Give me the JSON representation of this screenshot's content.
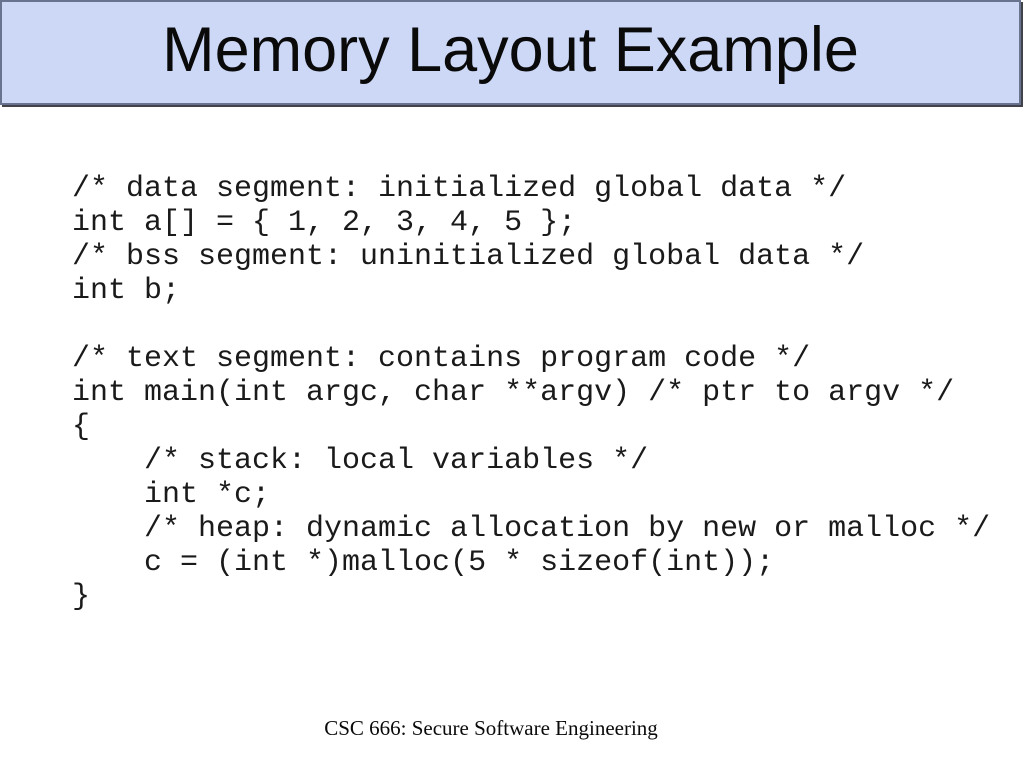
{
  "slide": {
    "title": "Memory Layout Example",
    "footer": "CSC 666: Secure Software Engineering",
    "code_lines": [
      "/* data segment: initialized global data */",
      "int a[] = { 1, 2, 3, 4, 5 };",
      "/* bss segment: uninitialized global data */",
      "int b;",
      "",
      "/* text segment: contains program code */",
      "int main(int argc, char **argv) /* ptr to argv */",
      "{",
      "    /* stack: local variables */",
      "    int *c;",
      "    /* heap: dynamic allocation by new or malloc */",
      "    c = (int *)malloc(5 * sizeof(int));",
      "}"
    ]
  },
  "colors": {
    "background": "#ffffff",
    "title_fill": "#ccd8f6",
    "title_border": "#68748f",
    "title_shadow": "#42424b",
    "text": "#0a0a0a"
  }
}
